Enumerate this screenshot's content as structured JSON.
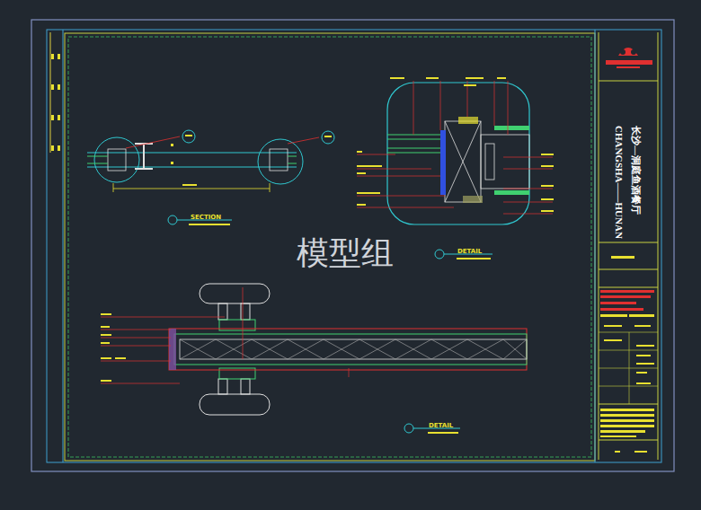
{
  "diagram": {
    "labels": [
      "SECTION",
      "DETAIL",
      "DETAIL",
      "模型组",
      "CHANGSHA——HUNAN",
      "长沙—洞庭鱼酒餐厅"
    ]
  }
}
